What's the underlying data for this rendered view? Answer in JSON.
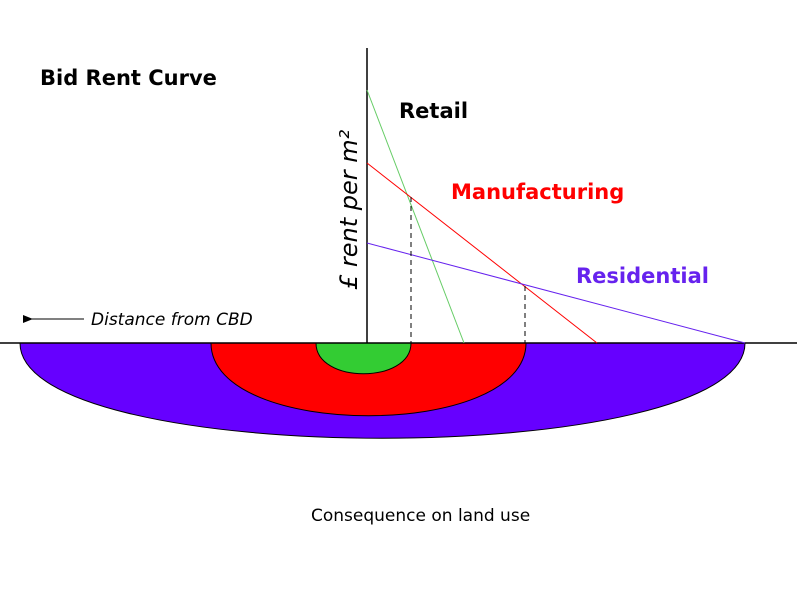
{
  "title": "Bid Rent Curve",
  "y_axis_label": "£ rent per m²",
  "distance_label": "Distance from CBD",
  "caption": "Consequence on land use",
  "land_uses": [
    {
      "name": "Retail",
      "color": "#000000",
      "line_color": "#66cc66",
      "zone_color": "#33cc33"
    },
    {
      "name": "Manufacturing",
      "color": "#ff0000",
      "line_color": "#ff0000",
      "zone_color": "#ff0000"
    },
    {
      "name": "Residential",
      "color": "#6622ee",
      "line_color": "#6622ee",
      "zone_color": "#6600ff"
    }
  ]
}
